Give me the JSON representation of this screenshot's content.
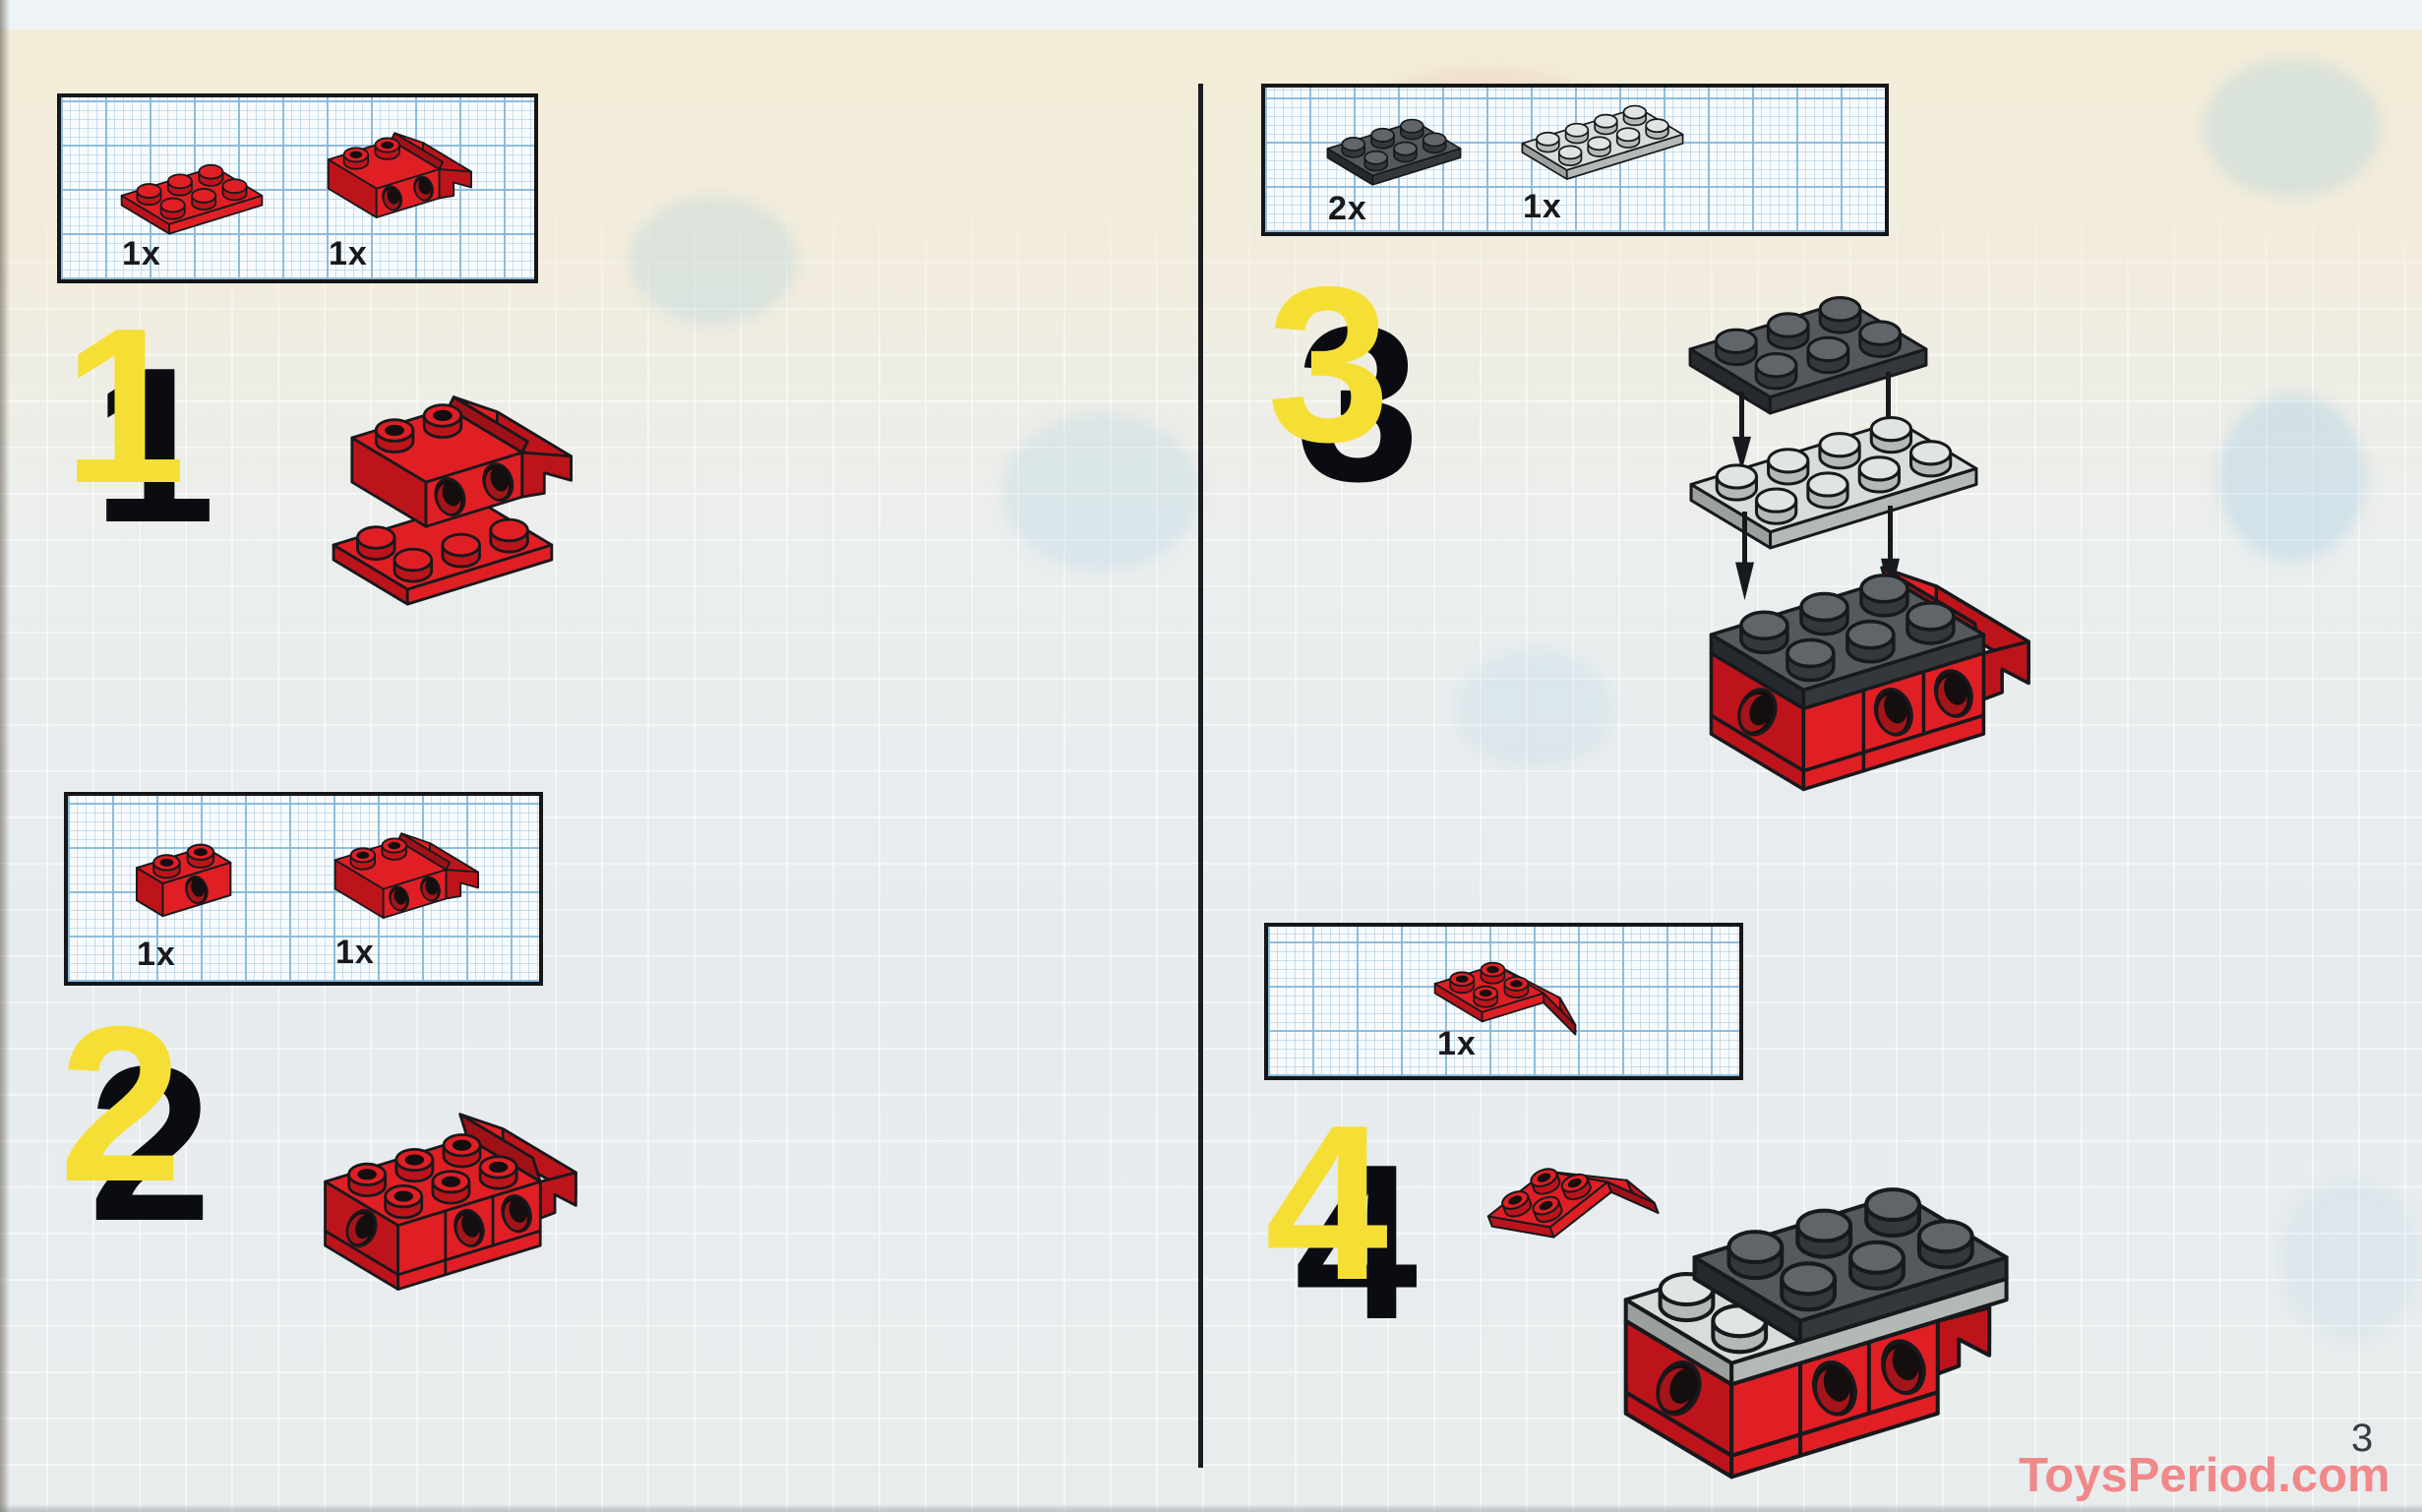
{
  "doc": {
    "kind": "lego-instruction-manual-page",
    "page_number": "3",
    "watermark": "ToysPeriod.com"
  },
  "steps": [
    {
      "number": "1",
      "parts": [
        {
          "qty": "1x",
          "name": "red 2x3 plate"
        },
        {
          "qty": "1x",
          "name": "red slope brick with two side holes"
        }
      ]
    },
    {
      "number": "2",
      "parts": [
        {
          "qty": "1x",
          "name": "red 1x2 brick with hole"
        },
        {
          "qty": "1x",
          "name": "red slope brick with two side holes"
        }
      ]
    },
    {
      "number": "3",
      "parts": [
        {
          "qty": "2x",
          "name": "dark gray 2x3 plate"
        },
        {
          "qty": "1x",
          "name": "light gray 2x4 plate"
        }
      ]
    },
    {
      "number": "4",
      "parts": [
        {
          "qty": "1x",
          "name": "red 2x3 slope brick"
        }
      ]
    }
  ],
  "colors": {
    "outline": "#17191c",
    "red": "#e01f25",
    "redSide": "#bd141b",
    "redDark": "#9d1117",
    "holeRed": "#a3151a",
    "holeBlack": "#140e0f",
    "darkTop": "#54595d",
    "darkLeft": "#26292d",
    "darkSide": "#33383c",
    "darkStud": "#606569",
    "lightTop": "#d8dcda",
    "lightLeft": "#9ba09e",
    "lightSide": "#b4b9b7",
    "lightStud": "#e0e4e2",
    "yellow": "#f6df35",
    "numberShadow": "#0a0c11",
    "watermark": "#f18889",
    "pageNumber": "#383c41",
    "divider": "#1b1d20"
  }
}
